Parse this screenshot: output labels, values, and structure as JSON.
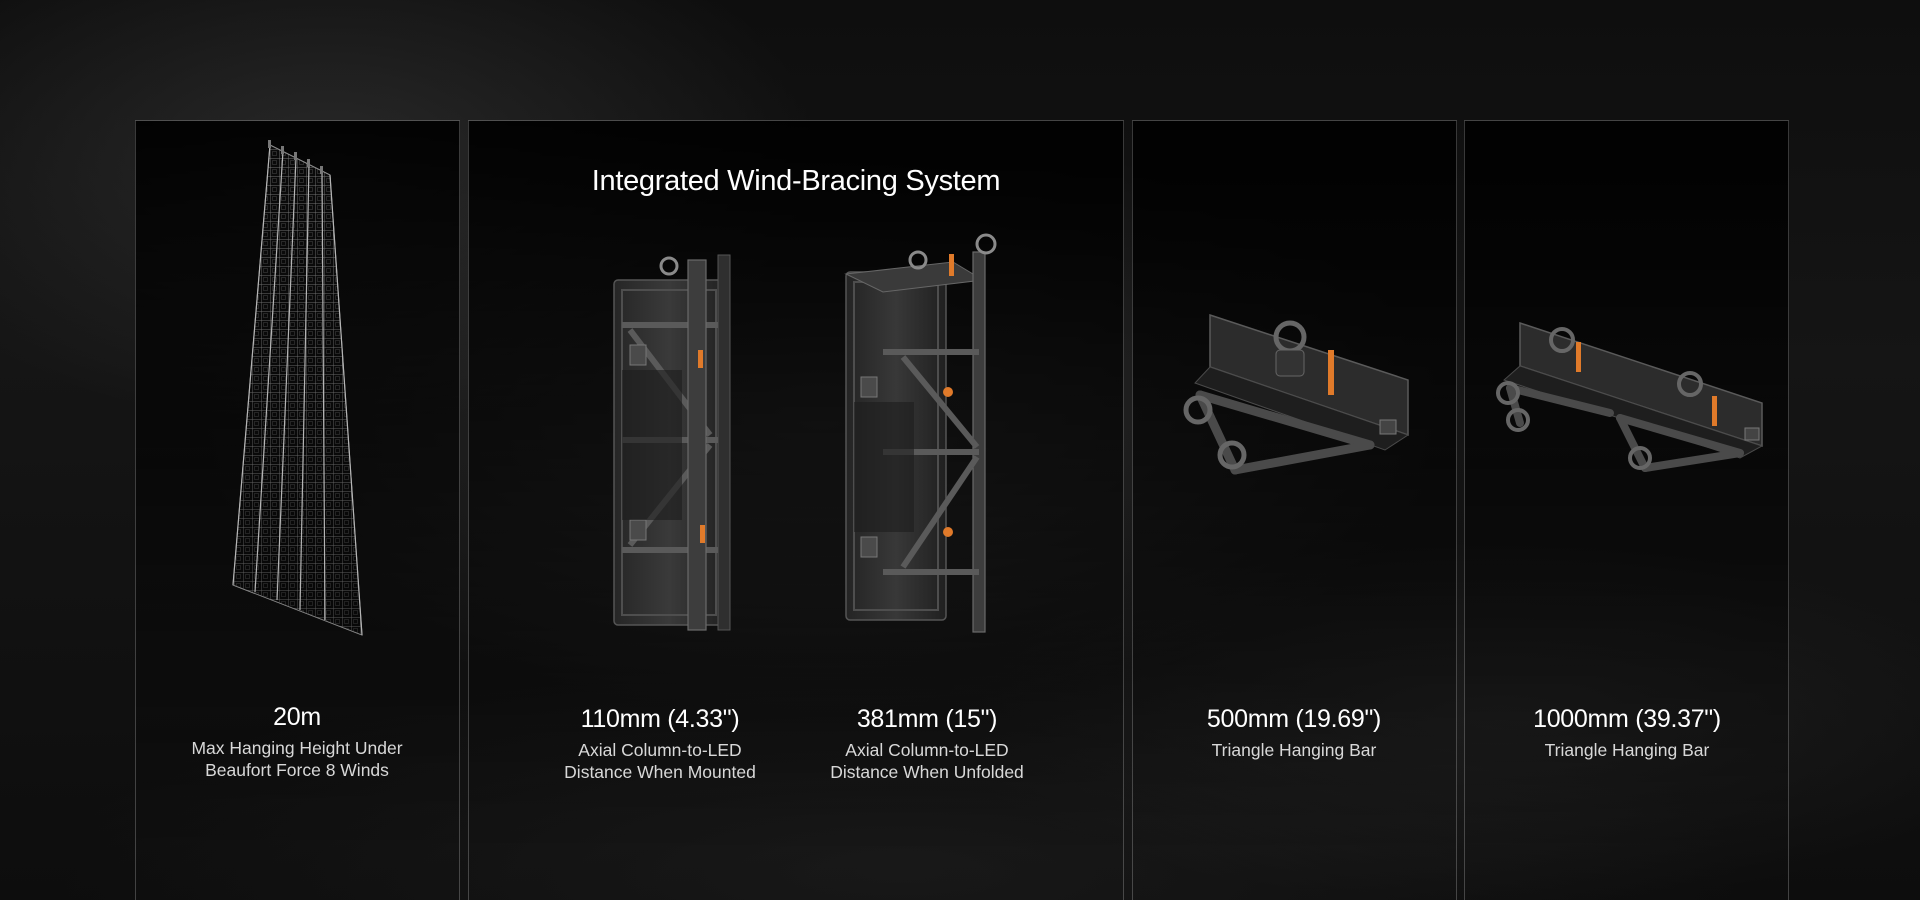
{
  "section_title": "Integrated Wind-Bracing System",
  "specs": [
    {
      "value": "20m",
      "caption": "Max Hanging Height Under\nBeaufort Force 8 Winds"
    },
    {
      "value": "110mm (4.33\")",
      "caption": "Axial Column-to-LED\nDistance When Mounted"
    },
    {
      "value": "381mm (15\")",
      "caption": "Axial Column-to-LED\nDistance When Unfolded"
    },
    {
      "value": "500mm (19.69\")",
      "caption": "Triangle Hanging Bar"
    },
    {
      "value": "1000mm (39.37\")",
      "caption": "Triangle Hanging Bar"
    }
  ],
  "images": [
    {
      "icon": "led-screen-tower-image"
    },
    {
      "icon": "led-cabinet-mounted-image"
    },
    {
      "icon": "led-cabinet-unfolded-image"
    },
    {
      "icon": "triangle-hanging-bar-500-image"
    },
    {
      "icon": "triangle-hanging-bar-1000-image"
    }
  ],
  "colors": {
    "background": "#0b0b0b",
    "accent": "#e07a2a",
    "text": "#ffffff",
    "caption": "#d8d8d8"
  }
}
